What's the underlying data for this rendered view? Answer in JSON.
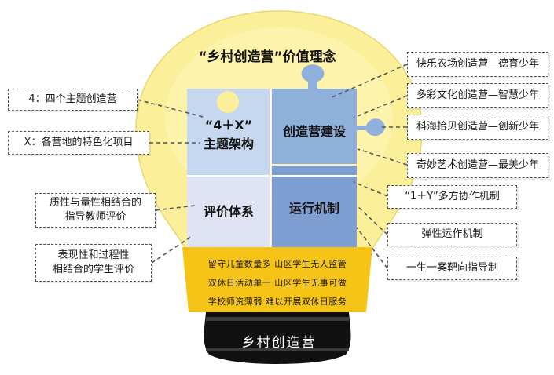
{
  "title": "“乡村创造营”价值理念",
  "pieces": {
    "theme_line1": "“4＋X”",
    "theme_line2": "主题架构",
    "construction": "创造营建设",
    "evaluation": "评价体系",
    "mechanism": "运行机制"
  },
  "left_labels": {
    "four_themes": "4：四个主题创造营",
    "x_features": "X：各营地的特色化项目",
    "teacher_eval_1": "质性与量性相结合的",
    "teacher_eval_2": "指导教师评价",
    "student_eval_1": "表现性和过程性",
    "student_eval_2": "相结合的学生评价"
  },
  "right_labels": {
    "camp1": "快乐农场创造营—德育少年",
    "camp2": "多彩文化创造营—智慧少年",
    "camp3": "科海拾贝创造营—创新少年",
    "camp4": "奇妙艺术创造营—最美少年",
    "mech1": "“1＋Y”多方协作机制",
    "mech2": "弹性运作机制",
    "mech3": "一生一案靶向指导制"
  },
  "neck_lines": [
    "留守儿童数量多  山区学生无人监管",
    "双休日活动单一  山区学生无事可做",
    "学校师资薄弱  难以开展双休日服务"
  ],
  "base_label": "乡村创造营",
  "colors": {
    "bulb": "#fbef9a",
    "bulb_inner": "#fff6b8",
    "piece_light": "#c5d8ef",
    "piece_mid": "#8fb0da",
    "piece_eval": "#dfe3f3",
    "piece_mech": "#7f9fd3",
    "neck": "#f6c417",
    "base": "#111111"
  }
}
